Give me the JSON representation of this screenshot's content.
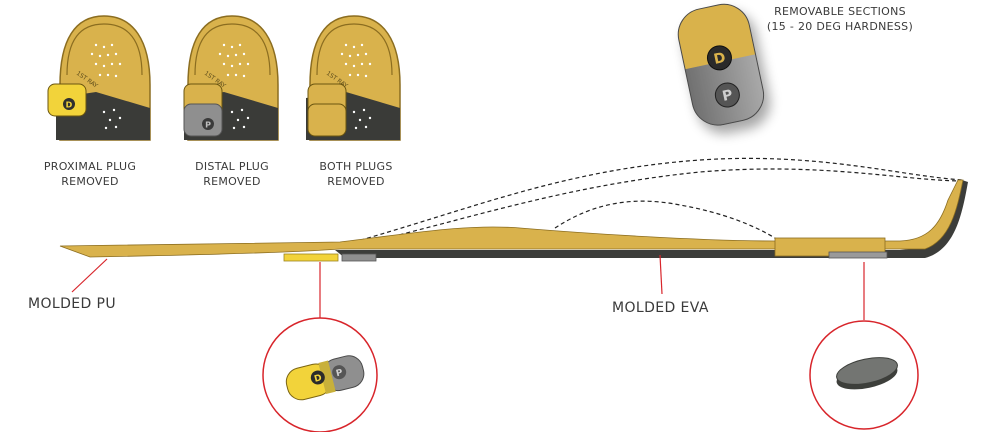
{
  "colors": {
    "pu_yellow": "#d9b24c",
    "pu_yellow_light": "#e6c45e",
    "eva_dark": "#3c3d3a",
    "plug_yellow": "#f2d33a",
    "plug_grey": "#8f8f8f",
    "callout_red": "#d8252b",
    "text": "#3a3a3a"
  },
  "removable": {
    "title_line1": "REMOVABLE SECTIONS",
    "title_line2": "(15 - 20 DEG HARDNESS)",
    "plug_d": "D",
    "plug_p": "P"
  },
  "insoles": [
    {
      "caption_line1": "PROXIMAL PLUG",
      "caption_line2": "REMOVED",
      "plug_letter": "D",
      "stamp": "1ST RAY"
    },
    {
      "caption_line1": "DISTAL PLUG",
      "caption_line2": "REMOVED",
      "plug_letter": "P",
      "stamp": "1ST RAY"
    },
    {
      "caption_line1": "BOTH PLUGS",
      "caption_line2": "REMOVED",
      "plug_letter": "",
      "stamp": "1ST RAY"
    }
  ],
  "labels": {
    "molded_pu": "MOLDED PU",
    "molded_eva": "MOLDED EVA"
  },
  "callouts": {
    "left_plug_d": "D",
    "left_plug_p": "P"
  }
}
